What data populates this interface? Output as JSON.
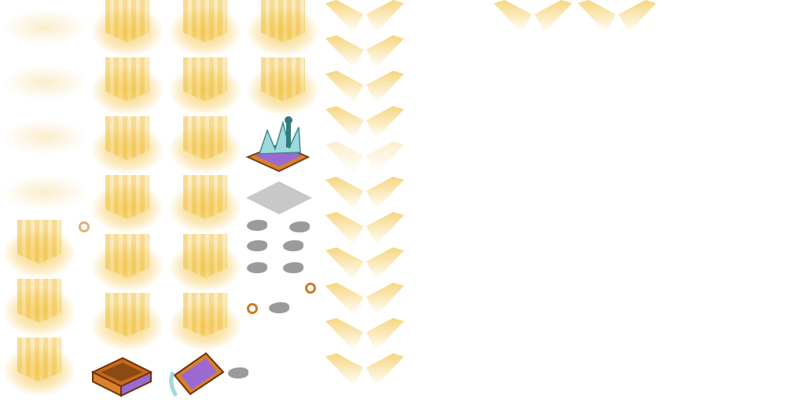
{
  "sheet": {
    "type": "sprite-sheet",
    "sprites": [
      "glow-pillar",
      "faint-glow",
      "light-rays",
      "open-chest-with-crystal",
      "floor-tile-shadow",
      "smoke-puffs",
      "ring-particle",
      "closed-chest",
      "tipped-chest"
    ]
  },
  "colors": {
    "glow": "#f2c448",
    "chest_wood": "#d9822b",
    "chest_inner": "#9a6ad0",
    "crystal": "#9ed9df",
    "smoke": "#8a8a8a",
    "tile": "#c8c8c8"
  }
}
